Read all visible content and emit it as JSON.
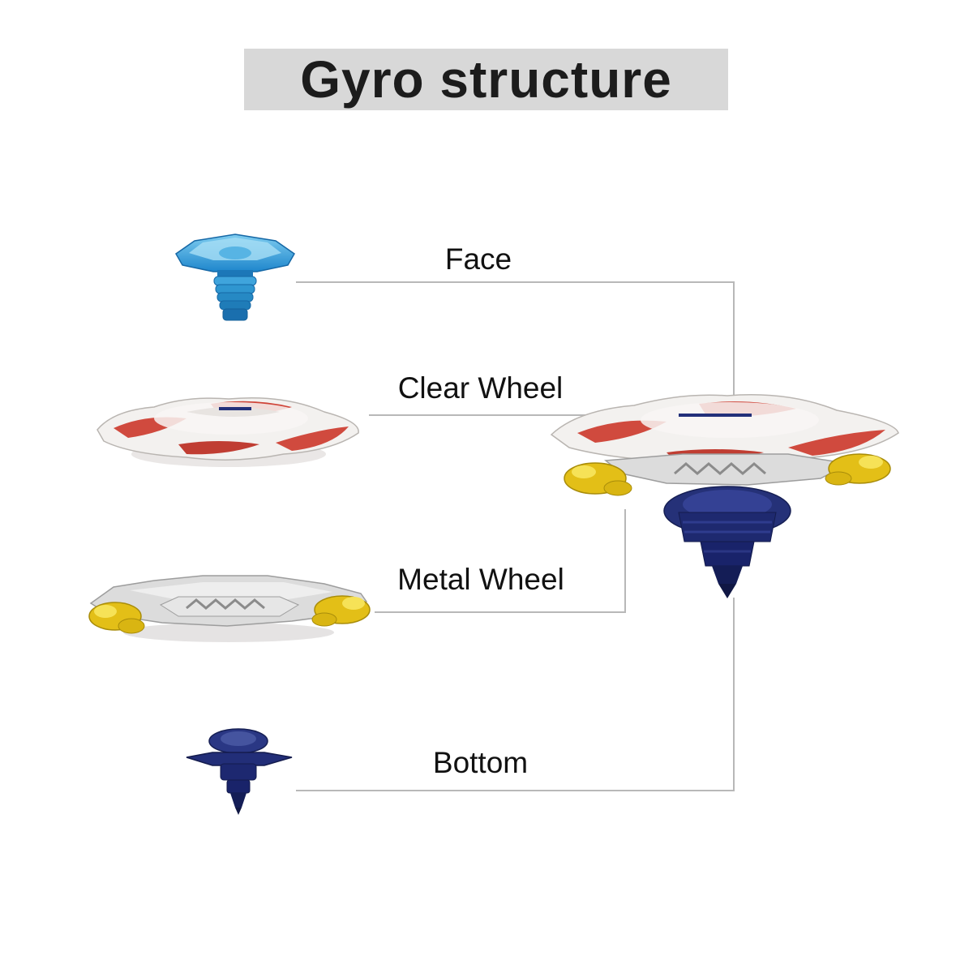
{
  "header": {
    "title": "Gyro structure"
  },
  "parts": [
    {
      "id": "face",
      "label": "Face"
    },
    {
      "id": "clear-wheel",
      "label": "Clear Wheel"
    },
    {
      "id": "metal-wheel",
      "label": "Metal Wheel"
    },
    {
      "id": "bottom",
      "label": "Bottom"
    }
  ],
  "colors": {
    "background": "#ffffff",
    "title_bar_bg": "#d8d8d8",
    "title_text": "#1c1c1c",
    "label_text": "#111111",
    "connector_line": "#b8b8b8",
    "face_blue": "#2f9ad8",
    "wheel_red": "#d04a3e",
    "wheel_white": "#f3f1ef",
    "metal_silver": "#dcdcdc",
    "accent_gold": "#e3bf17",
    "bottom_navy": "#222e78"
  }
}
